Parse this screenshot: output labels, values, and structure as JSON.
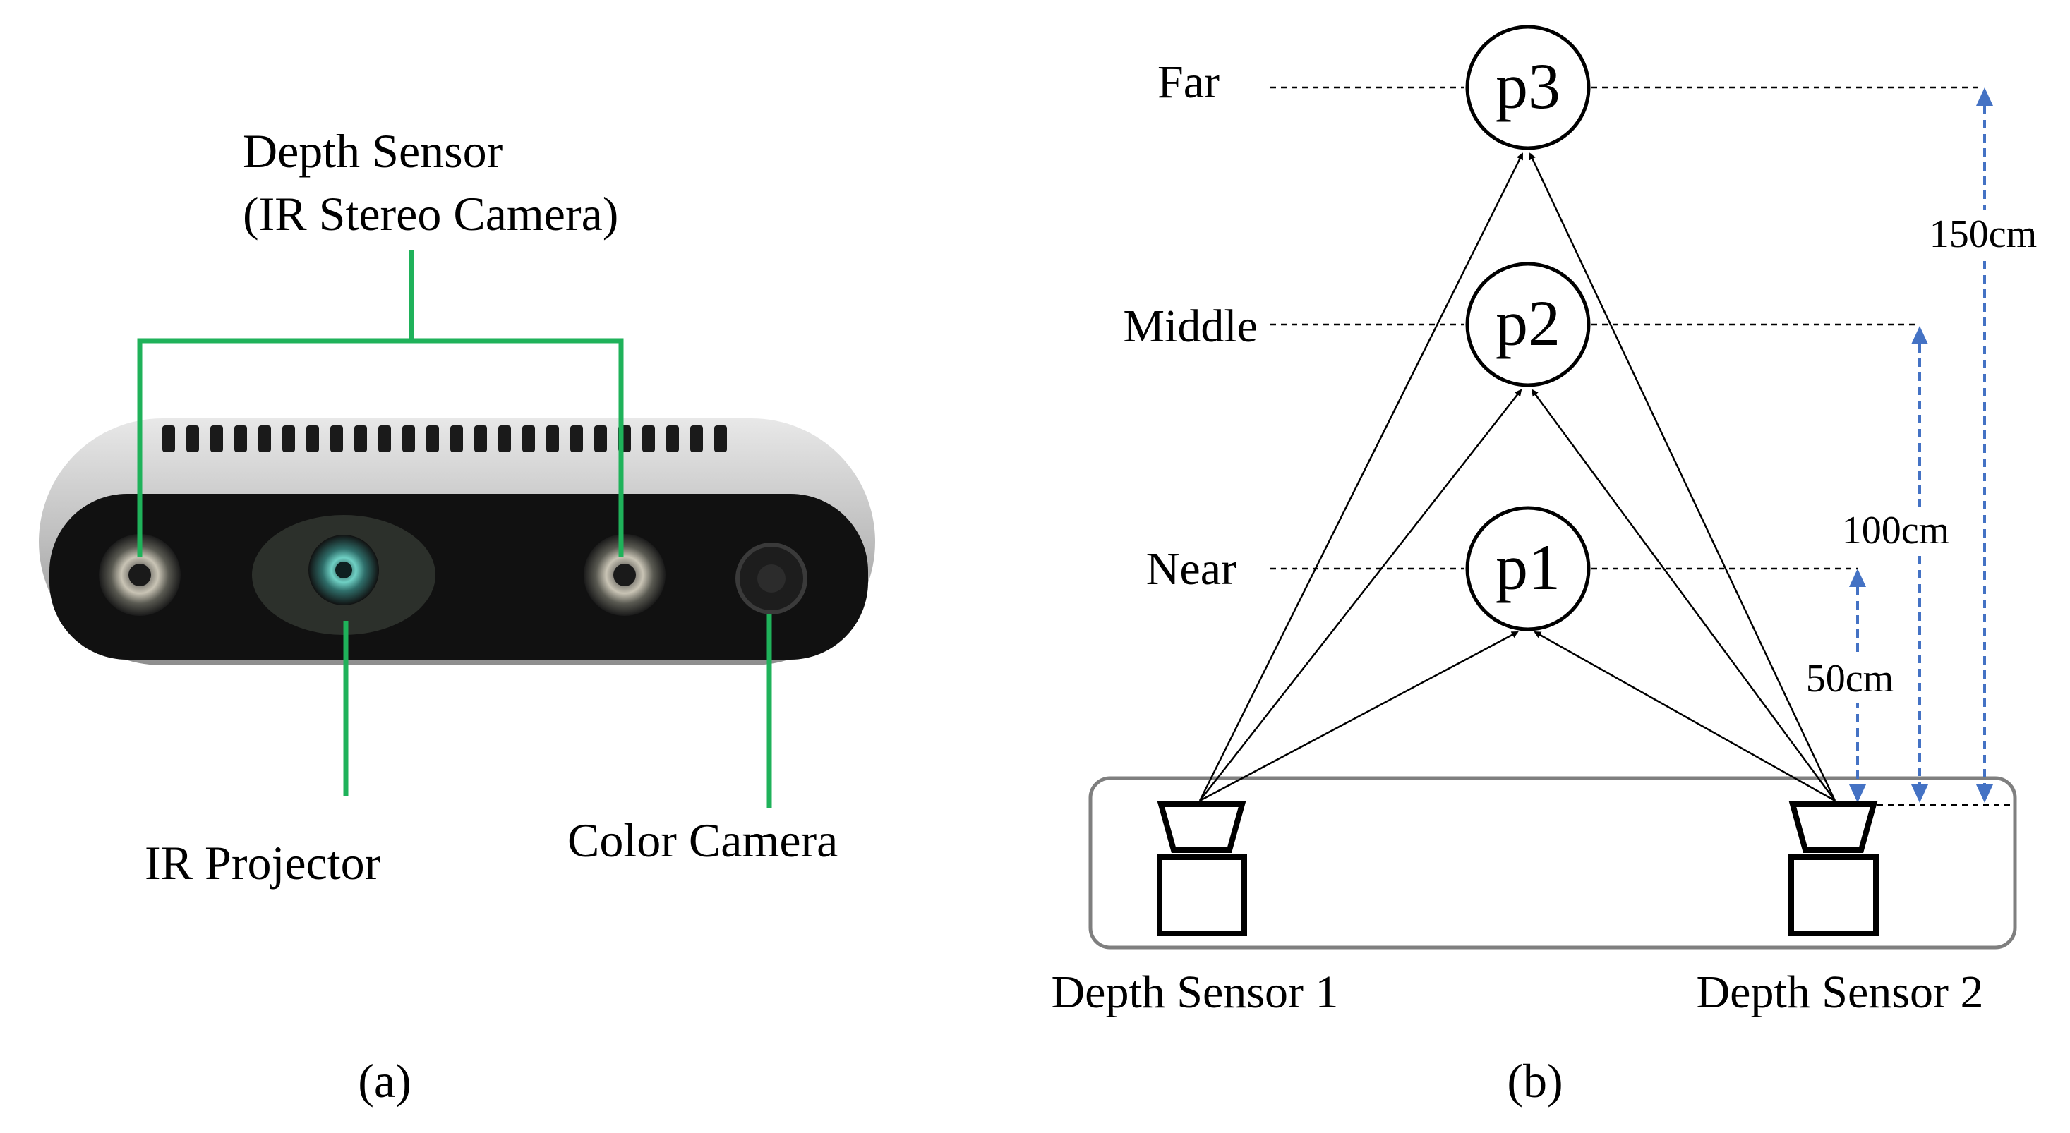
{
  "panel_a": {
    "labels": {
      "depth_sensor": "Depth Sensor",
      "depth_sensor_sub": "(IR Stereo Camera)",
      "ir_projector": "IR Projector",
      "color_camera": "Color Camera"
    },
    "caption": "(a)"
  },
  "panel_b": {
    "levels": {
      "far": "Far",
      "middle": "Middle",
      "near": "Near"
    },
    "points": {
      "p3": "p3",
      "p2": "p2",
      "p1": "p1"
    },
    "distances": {
      "d150": "150cm",
      "d100": "100cm",
      "d50": "50cm"
    },
    "sensors": {
      "sensor1": "Depth Sensor 1",
      "sensor2": "Depth Sensor 2"
    },
    "caption": "(b)"
  },
  "colors": {
    "leader_green": "#1fb25a",
    "dimension_blue": "#4472c4",
    "line_black": "#000000",
    "base_gray": "#7f7f7f",
    "camera_body": "#c9c9c9",
    "camera_face": "#111111"
  }
}
